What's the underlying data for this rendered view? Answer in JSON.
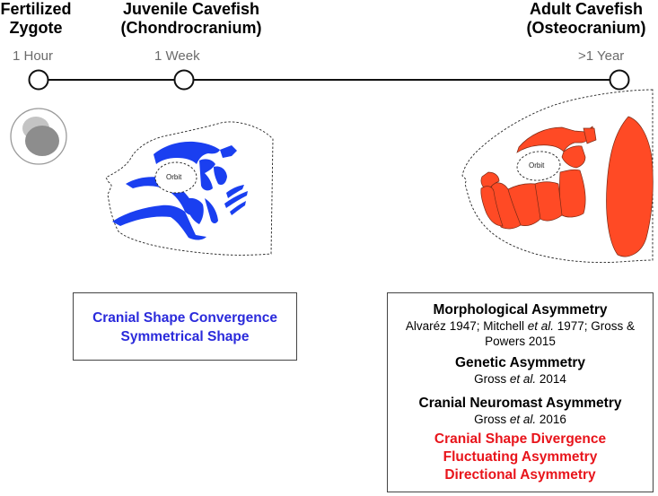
{
  "stages": [
    {
      "title_line1": "Fertilized",
      "title_line2": "Zygote",
      "time": "1 Hour"
    },
    {
      "title_line1": "Juvenile Cavefish",
      "title_line2": "(Chondrocranium)",
      "time": "1 Week"
    },
    {
      "title_line1": "Adult Cavefish",
      "title_line2": "(Osteocranium)",
      "time": ">1 Year"
    }
  ],
  "juvenile": {
    "orbit_label": "Orbit"
  },
  "adult": {
    "orbit_label": "Orbit"
  },
  "juvenile_box": {
    "line1": "Cranial Shape Convergence",
    "line2": "Symmetrical Shape"
  },
  "adult_box": {
    "morph_heading": "Morphological Asymmetry",
    "morph_cite_1": "Alvaréz 1947; Mitchell ",
    "morph_cite_etal": "et al.",
    "morph_cite_2": " 1977; Gross & Powers 2015",
    "genetic_heading": "Genetic Asymmetry",
    "genetic_cite_1": "Gross ",
    "genetic_cite_etal": "et al.",
    "genetic_cite_2": " 2014",
    "neuro_heading": "Cranial Neuromast Asymmetry",
    "neuro_cite_1": "Gross ",
    "neuro_cite_etal": "et al.",
    "neuro_cite_2": " 2016",
    "red_1": "Cranial Shape Divergence",
    "red_2": "Fluctuating Asymmetry",
    "red_3": "Directional Asymmetry"
  },
  "colors": {
    "cartilage": "#1a3ff0",
    "bone": "#ff4a25",
    "red_text": "#e8141b",
    "blue_text": "#2a2adb"
  }
}
